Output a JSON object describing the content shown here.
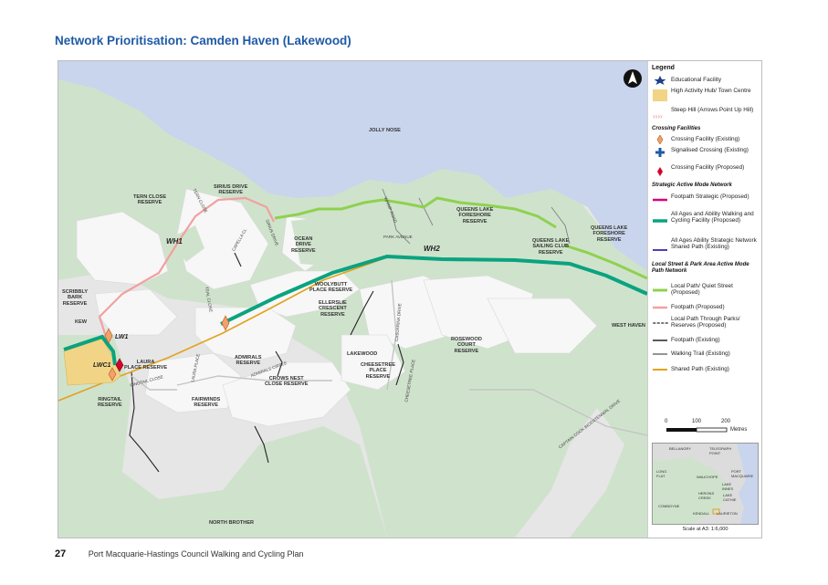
{
  "page": {
    "title": "Network Prioritisation: Camden Haven (Lakewood)",
    "page_number": "27",
    "footer_text": "Port Macquarie-Hastings Council Walking and Cycling Plan"
  },
  "map": {
    "colors": {
      "water": "#c9d5ec",
      "land": "#e6e6e6",
      "reserve": "#cfe3cc",
      "footpath_strategic": "#d6007e",
      "all_ages": "#0aa37f",
      "local_path": "#8fd14f",
      "footpath_proposed": "#f2a0a0",
      "shared_path": "#e2a21c",
      "hub": "#f2d486",
      "existing_footpath": "#222222",
      "walking_trail": "#888888"
    },
    "labels": {
      "jolly_nose": "JOLLY NOSE",
      "tern_close_reserve": "TERN CLOSE\nRESERVE",
      "sirius_drive_reserve": "SIRIUS DRIVE\nRESERVE",
      "ocean_drive_reserve": "OCEAN\nDRIVE\nRESERVE",
      "queens_lake_foreshore": "QUEENS LAKE\nFORESHORE\nRESERVE",
      "queens_lake_sailing": "QUEENS LAKE\nSAILING CLUB\nRESERVE",
      "queens_lake_foreshore_2": "QUEENS LAKE\nFORESHORE\nRESERVE",
      "scribbly_bark": "SCRIBBLY\nBARK\nRESERVE",
      "kew": "KEW",
      "woolybutt": "WOOLYBUTT\nPLACE RESERVE",
      "ellerslie": "ELLERSLIE\nCRESCENT\nRESERVE",
      "lakewood": "LAKEWOOD",
      "rosewood": "ROSEWOOD\nCOURT\nRESERVE",
      "west_haven": "WEST HAVEN",
      "laura_place": "LAURA\nPLACE RESERVE",
      "admirals": "ADMIRALS\nRESERVE",
      "crows_nest": "CROWS NEST\nCLOSE RESERVE",
      "cheesetree": "CHEESETREE\nPLACE\nRESERVE",
      "ringtail": "RINGTAIL\nRESERVE",
      "fairwinds": "FAIRWINDS\nRESERVE",
      "north_brother": "NORTH BROTHER",
      "wh1": "WH1",
      "wh2": "WH2",
      "lw1": "LW1",
      "lwc1": "LWC1",
      "road_tern_close": "TERN CLOSE",
      "road_sirius": "SIRIUS DRIVE",
      "road_capella": "CAPELLA CL",
      "road_teal": "TEAL CLOSE",
      "road_whimp": "WHIMP ROAD",
      "road_park_avenue": "PARK AVENUE",
      "road_casuarina": "CASUARINA DRIVE",
      "road_cheesetree": "CHEESETREE PLACE",
      "road_laura": "LAURA PLACE",
      "road_admirals": "ADMIRALS CIRCLE",
      "road_ringtail": "RINGTAIL CLOSE",
      "road_captain_cook": "CAPTAIN COOK BICENTENNIAL DRIVE"
    }
  },
  "legend": {
    "title": "Legend",
    "items": [
      {
        "label": "Educational Facility"
      },
      {
        "label": "High Activity Hub/ Town Centre"
      },
      {
        "label": "Steep Hill (Arrows Point Up Hill)"
      },
      {
        "heading": "Crossing Facilities"
      },
      {
        "label": "Crossing Facility (Existing)"
      },
      {
        "label": "Signalised Crossing (Existing)"
      },
      {
        "label": "Crossing Facility (Proposed)"
      },
      {
        "heading": "Strategic Active Mode Network"
      },
      {
        "label": "Footpath Strategic (Proposed)"
      },
      {
        "label": "All Ages and Ability Walking and Cycling Facility (Proposed)"
      },
      {
        "label": "All Ages Ability Strategic Network Shared Path (Existing)"
      },
      {
        "heading": "Local Street & Park Area Active Mode Path Network"
      },
      {
        "label": "Local Path/ Quiet Street (Proposed)"
      },
      {
        "label": "Footpath (Proposed)"
      },
      {
        "label": "Local Path Through Parks/ Reserves (Proposed)"
      },
      {
        "label": "Footpath (Existing)"
      },
      {
        "label": "Walking Trail (Existing)"
      },
      {
        "label": "Shared Path (Existing)"
      }
    ],
    "scale": {
      "t0": "0",
      "t1": "100",
      "t2": "200",
      "unit": "Metres"
    },
    "inset_labels": {
      "bellangry": "BELLANGRY",
      "telegraph_point": "TELEGRAPH\nPOINT",
      "long_flat": "LONG\nFLAT",
      "wauchope": "WAUCHOPE",
      "port_macquarie": "PORT\nMACQUARIE",
      "lake_innes": "LAKE\nINNES",
      "herons_creek": "HERONS\nCREEK",
      "lake_cathie": "LAKE\nCATHIE",
      "comboyne": "COMBOYNE",
      "kendall": "KENDALL",
      "laurieton": "LAURIETON"
    },
    "scale_note": "Scale at A3: 1:6,000"
  }
}
